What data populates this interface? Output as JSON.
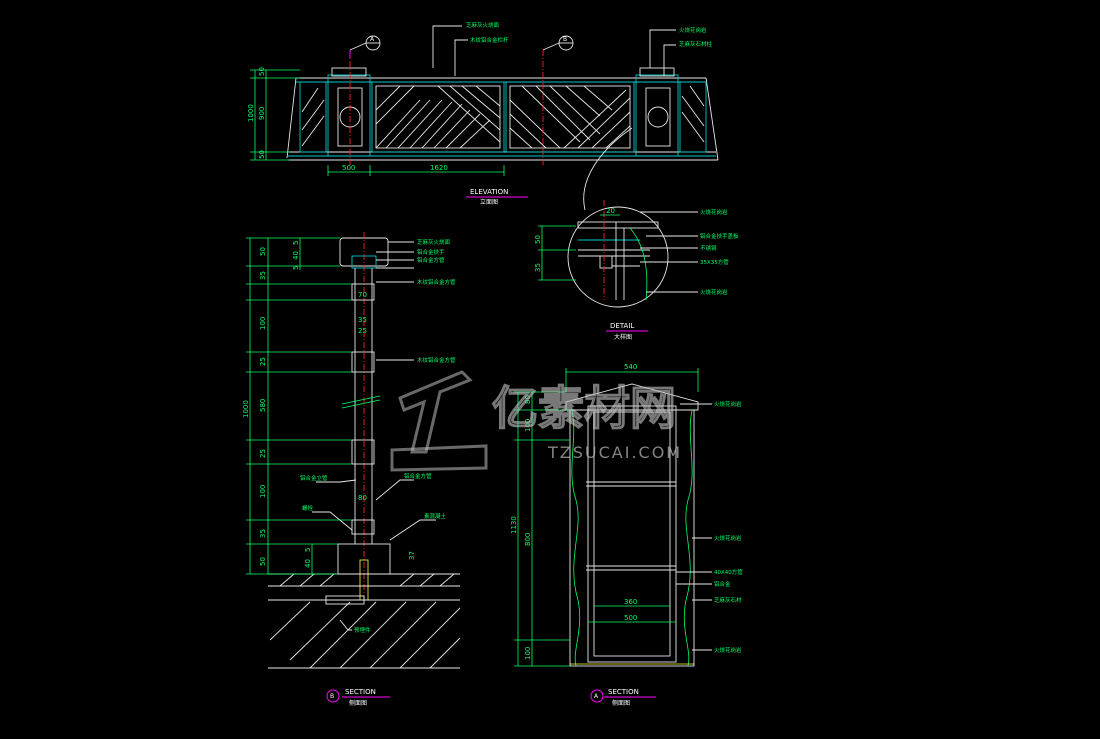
{
  "elevation": {
    "title": "ELEVATION",
    "subtitle": "立面图",
    "axis_a": "A",
    "axis_b": "B",
    "dims_left": [
      "50",
      "1000",
      "900",
      "50"
    ],
    "dims_bottom": [
      "500",
      "1620"
    ],
    "callouts_top_left": [
      "芝麻灰火烧面",
      "木纹铝合金栏杆"
    ],
    "callouts_top_right": [
      "火烧花岗岩",
      "芝麻灰石材柱"
    ]
  },
  "detail": {
    "title": "DETAIL",
    "subtitle": "大样图",
    "dims": [
      "20",
      "50",
      "35"
    ],
    "callouts": [
      "火烧花岗岩",
      "铝合金扶手盖板",
      "不锈钢",
      "35X35方管",
      "火烧花岗岩"
    ]
  },
  "section_b": {
    "marker": "B",
    "title": "SECTION",
    "subtitle": "侧面图",
    "dims_left_outer": [
      "50",
      "35",
      "100",
      "25",
      "1000",
      "580",
      "25",
      "100",
      "35",
      "50"
    ],
    "dims_left_inner": [
      "5",
      "40",
      "5",
      "5",
      "40"
    ],
    "dims_inner": [
      "70",
      "35",
      "25",
      "80",
      "37"
    ],
    "callouts_right": [
      "芝麻灰火烧面",
      "铝合金扶手",
      "铝合金方管",
      "木纹铝合金方管",
      "木纹铝合金方管",
      "铝合金方管",
      "素混凝土"
    ],
    "callouts_left": [
      "铝合金立管",
      "螺栓",
      "预埋件"
    ]
  },
  "section_a": {
    "marker": "A",
    "title": "SECTION",
    "subtitle": "侧面图",
    "dim_top": "540",
    "dims_left": [
      "80",
      "100",
      "1130",
      "800",
      "100"
    ],
    "dims_inner": [
      "360",
      "500"
    ],
    "callouts_right": [
      "火烧花岗岩",
      "火烧花岗岩",
      "40X40方管",
      "铝合金",
      "芝麻灰石材",
      "火烧花岗岩"
    ]
  },
  "watermark": {
    "name": "亿素材网",
    "url": "TZSUCAI.COM"
  }
}
